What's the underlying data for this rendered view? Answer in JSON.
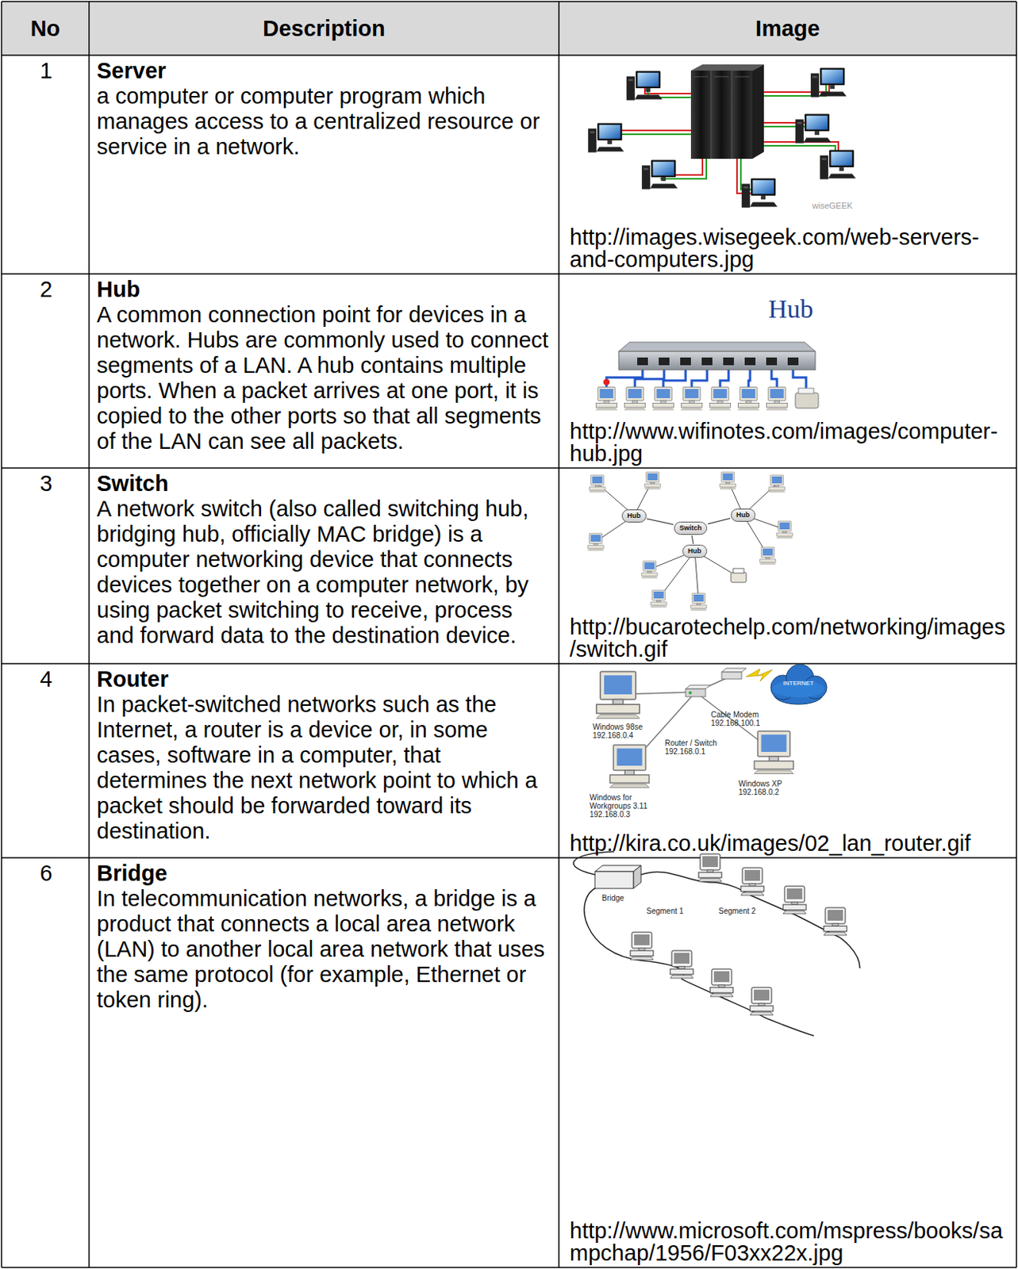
{
  "diagram": {
    "nodes": [
      {
        "text": [
          "Hub"
        ]
      },
      {
        "text": [
          "Hub"
        ]
      },
      {
        "text": [
          "Switch"
        ]
      },
      {
        "text": [
          "Hub"
        ]
      }
    ],
    "edges": [
      {
        "from": 2,
        "to": 0,
        "arrow": "none"
      },
      {
        "from": 2,
        "to": 1,
        "arrow": "none"
      },
      {
        "from": 2,
        "to": 3,
        "arrow": "none"
      }
    ],
    "labels": [
      "No",
      "Description",
      "Image",
      "1",
      "Server",
      "a computer or computer program which manages access to a centralized resource or service in a network.",
      "wiseGEEK",
      "http://images.wisegeek.com/web-servers-and-computers.jpg",
      "2",
      "Hub",
      "A common connection point for devices in a network. Hubs are commonly used to connect segments of a LAN. A hub contains multiple ports. When a packet arrives at one port, it is copied to the other ports so that all segments of the LAN can see all packets.",
      "Hub",
      "http://www.wifinotes.com/images/computer-hub.jpg",
      "3",
      "Switch",
      "A network switch (also called switching hub, bridging hub, officially MAC bridge) is a computer networking device that connects devices together on a computer network, by using packet switching to receive, process and forward data to the destination device.",
      "http://bucarotechelp.com/networking/images/switch.gif",
      "4",
      "Router",
      "In packet-switched networks such as the Internet, a router is a device or, in some cases, software in a computer, that determines the next network point to which a packet should be forwarded toward its destination.",
      "INTERNET",
      "Cable Modem",
      "192.168.100.1",
      "Windows 98se",
      "192.168.0.4",
      "Router / Switch",
      "192.168.0.1",
      "Windows for Workgroups 3.11",
      "192.168.0.3",
      "Windows XP",
      "192.168.0.2",
      "http://kira.co.uk/images/02_lan_router.gif",
      "6",
      "Bridge",
      "In telecommunication networks, a bridge is a product that connects a local area network (LAN) to another local area network that uses the same protocol (for example, Ethernet or token ring).",
      "Bridge",
      "Segment 1",
      "Segment 2",
      "http://www.microsoft.com/mspress/books/sampchap/1956/F03xx22x.jpg"
    ]
  }
}
